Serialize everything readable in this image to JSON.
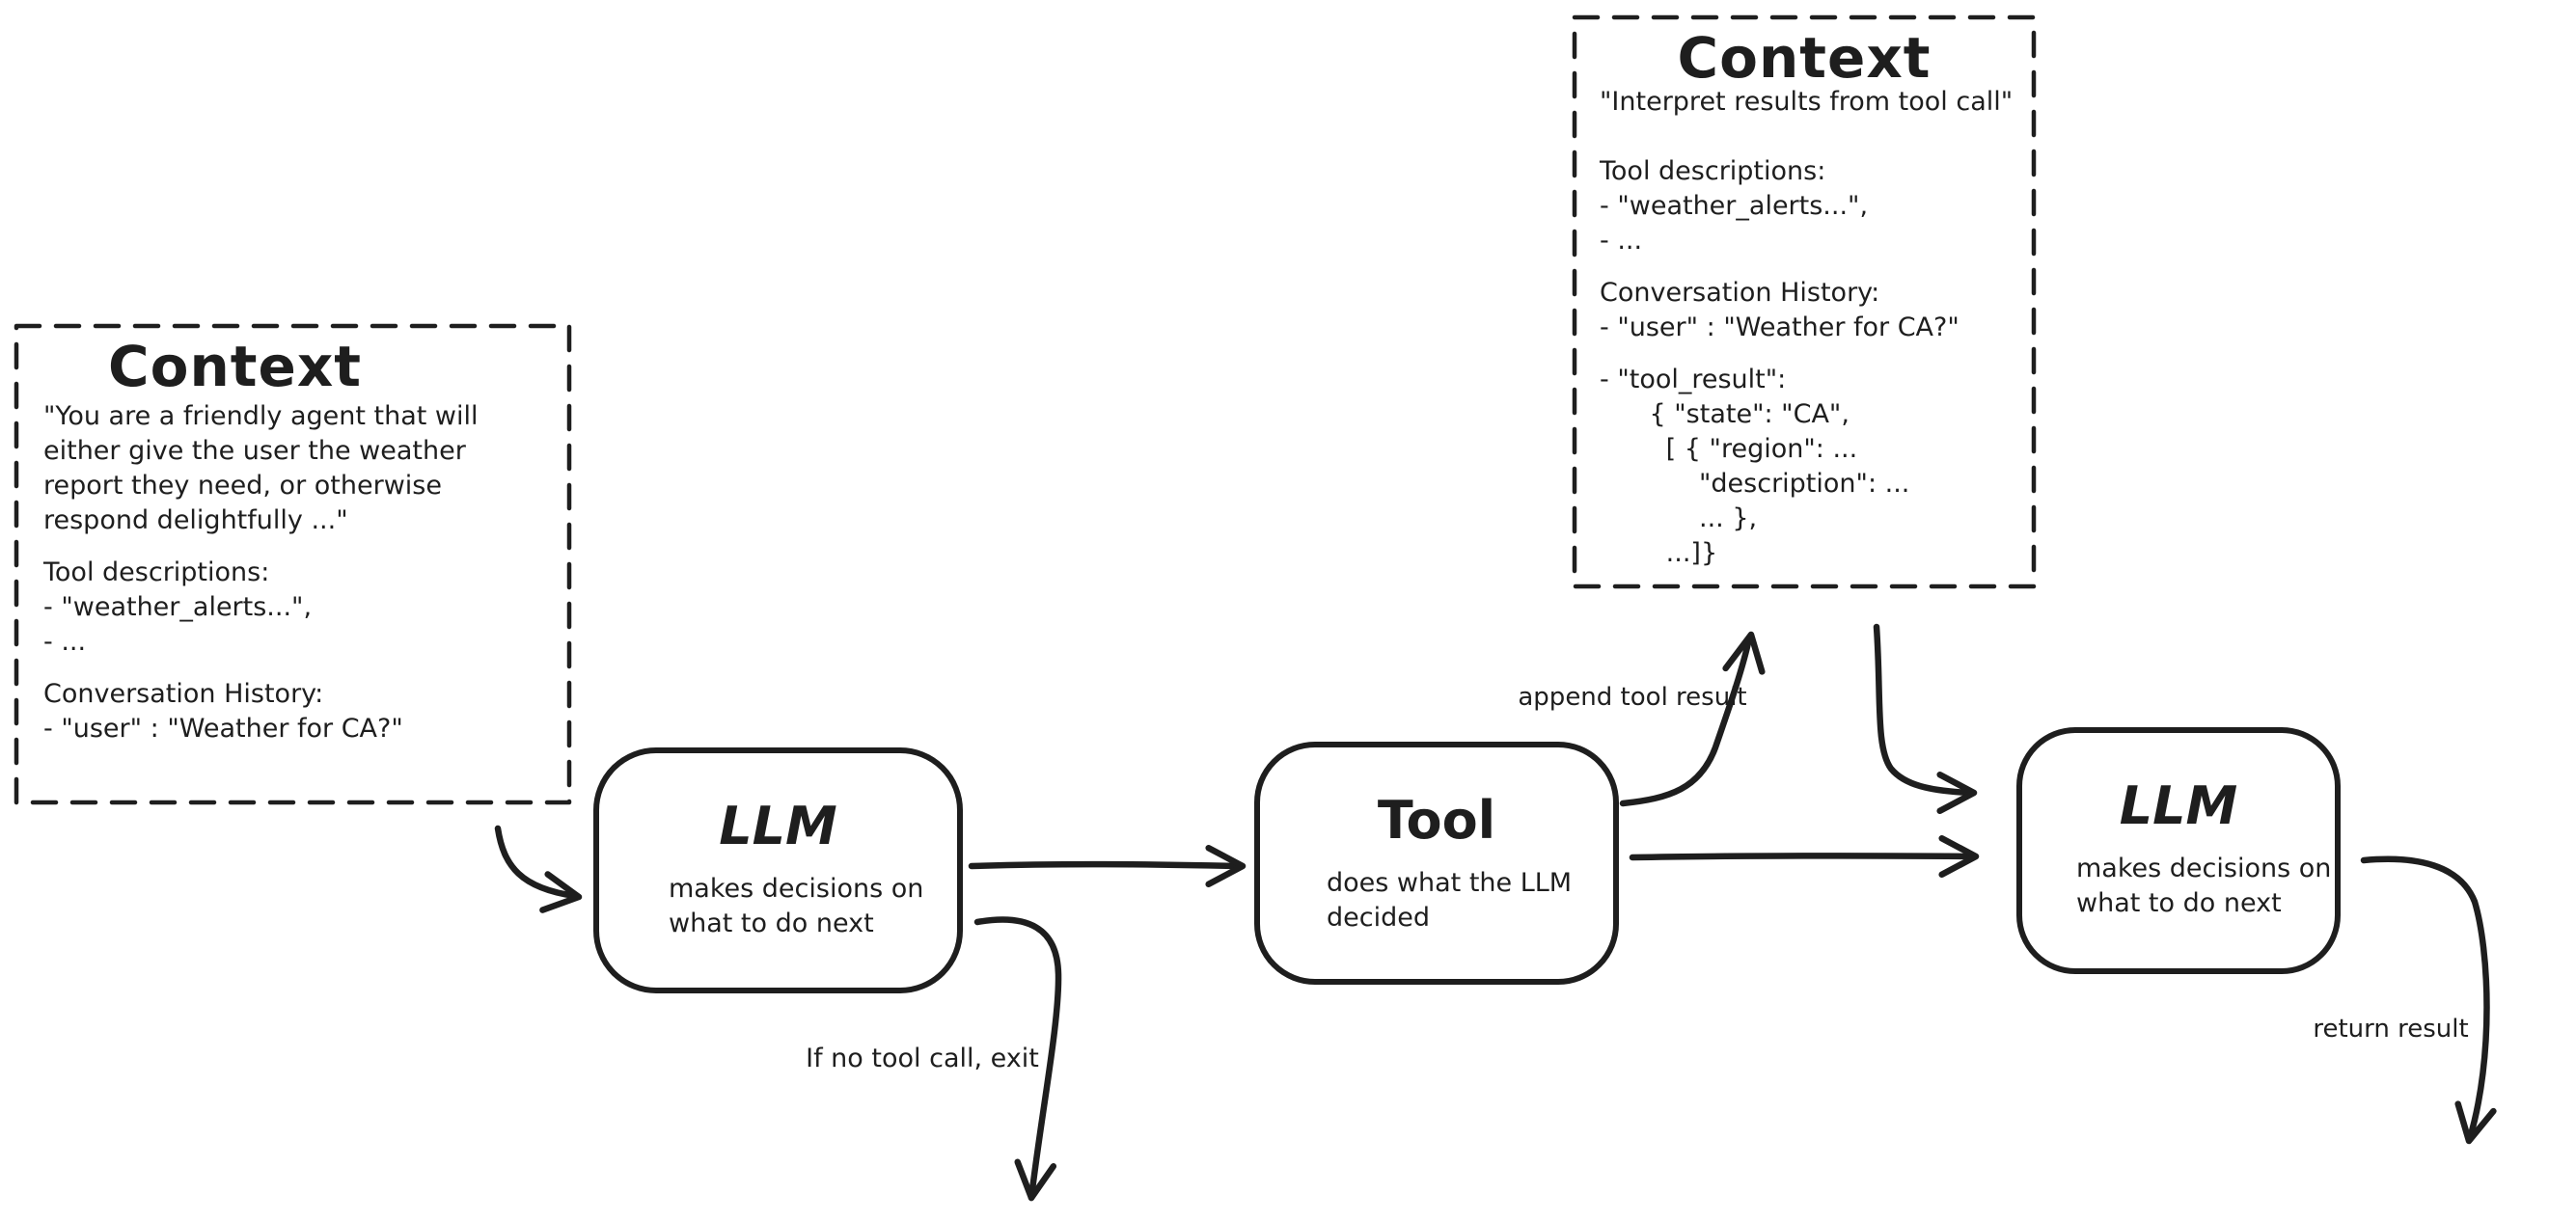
{
  "colors": {
    "stroke": "#1e1e1e",
    "canvas": "#ffffff"
  },
  "context_left": {
    "title": "Context",
    "lines": [
      "\"You are a friendly agent that will",
      "either give the user the weather",
      "report they need, or otherwise",
      "respond delightfully ...\"",
      "",
      "Tool descriptions:",
      "- \"weather_alerts...\",",
      "- ...",
      "",
      "Conversation History:",
      "- \"user\" : \"Weather for CA?\""
    ]
  },
  "context_right": {
    "title": "Context",
    "lines": [
      "\"Interpret results from tool call\"",
      "",
      "",
      "Tool descriptions:",
      "- \"weather_alerts...\",",
      "- ...",
      "",
      "Conversation History:",
      "- \"user\" : \"Weather for CA?\"",
      "",
      "- \"tool_result\":",
      "      { \"state\": \"CA\",",
      "        [ { \"region\": ...",
      "            \"description\": ...",
      "            ... },",
      "        ...]}"
    ]
  },
  "nodes": {
    "llm1": {
      "title": "LLM",
      "lines": [
        "makes decisions on",
        "what to do next"
      ]
    },
    "tool": {
      "title": "Tool",
      "lines": [
        "does what the LLM",
        "decided"
      ]
    },
    "llm2": {
      "title": "LLM",
      "lines": [
        "makes decisions on",
        "what to do next"
      ]
    }
  },
  "edge_labels": {
    "append_tool_result": "append tool result",
    "if_no_tool_call_exit": "If no tool call, exit",
    "return_result": "return result"
  }
}
